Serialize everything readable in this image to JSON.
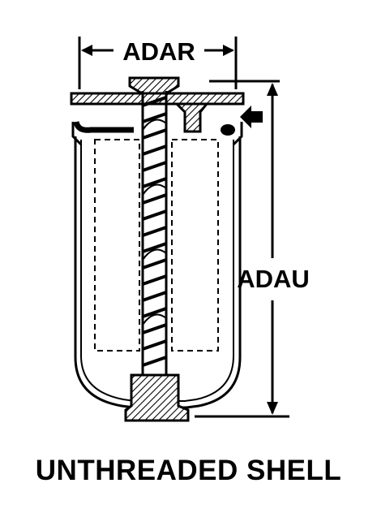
{
  "diagram": {
    "dimension_width_label": "ADAR",
    "dimension_height_label": "ADAU",
    "caption": "UNTHREADED SHELL"
  },
  "colors": {
    "ink": "#000000",
    "background": "#ffffff"
  }
}
